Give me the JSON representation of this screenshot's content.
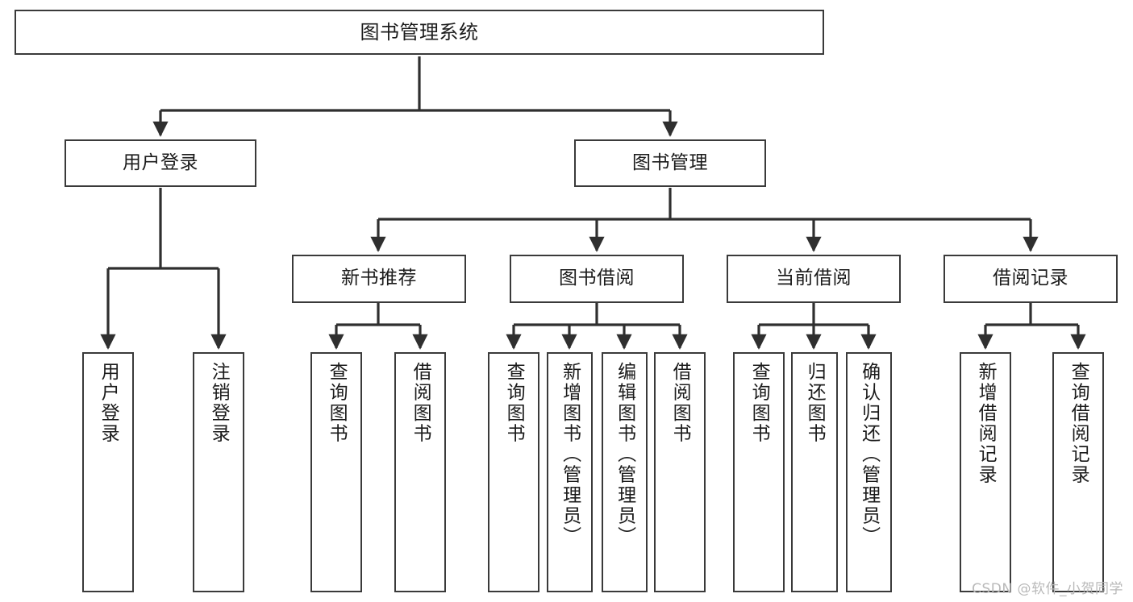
{
  "diagram": {
    "title": "图书管理系统",
    "type": "tree",
    "watermark": "CSDN @软件_小贺同学",
    "colors": {
      "background": "#ffffff",
      "box_border": "#3a3a3a",
      "box_fill": "#ffffff",
      "connector": "#2f2f2f",
      "text": "#1b1b1b",
      "watermark": "#b9b9b9"
    }
  },
  "nodes": {
    "root": {
      "label": "图书管理系统"
    },
    "level2": [
      {
        "id": "user-login",
        "label": "用户登录"
      },
      {
        "id": "book-manage",
        "label": "图书管理"
      }
    ],
    "level3": [
      {
        "id": "new-book-rec",
        "label": "新书推荐"
      },
      {
        "id": "book-borrow",
        "label": "图书借阅"
      },
      {
        "id": "current-borrow",
        "label": "当前借阅"
      },
      {
        "id": "borrow-record",
        "label": "借阅记录"
      }
    ],
    "leaves": {
      "user-login": [
        {
          "id": "leaf-user-login",
          "label": "用户登录"
        },
        {
          "id": "leaf-logout",
          "label": "注销登录"
        }
      ],
      "new-book-rec": [
        {
          "id": "leaf-query-book-1",
          "label": "查询图书"
        },
        {
          "id": "leaf-borrow-book-1",
          "label": "借阅图书"
        }
      ],
      "book-borrow": [
        {
          "id": "leaf-query-book-2",
          "label": "查询图书"
        },
        {
          "id": "leaf-add-book",
          "label": "新增图书（管理员）"
        },
        {
          "id": "leaf-edit-book",
          "label": "编辑图书（管理员）"
        },
        {
          "id": "leaf-borrow-book-2",
          "label": "借阅图书"
        }
      ],
      "current-borrow": [
        {
          "id": "leaf-query-book-3",
          "label": "查询图书"
        },
        {
          "id": "leaf-return-book",
          "label": "归还图书"
        },
        {
          "id": "leaf-confirm-return",
          "label": "确认归还（管理员）"
        }
      ],
      "borrow-record": [
        {
          "id": "leaf-add-record",
          "label": "新增借阅记录"
        },
        {
          "id": "leaf-query-record",
          "label": "查询借阅记录"
        }
      ]
    }
  }
}
